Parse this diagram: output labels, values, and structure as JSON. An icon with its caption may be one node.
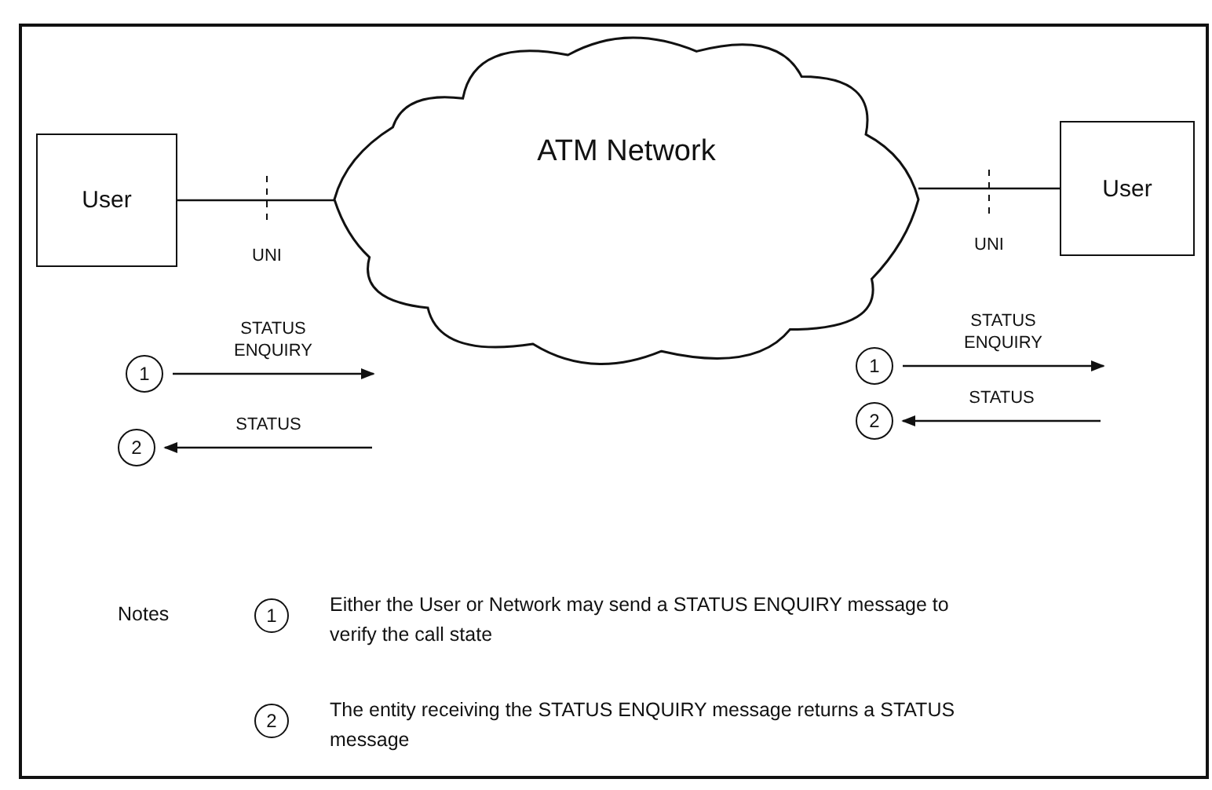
{
  "diagram": {
    "nodes": [
      {
        "text": [
          "User"
        ]
      },
      {
        "text": [
          "ATM Network"
        ]
      },
      {
        "text": [
          "User"
        ]
      },
      {
        "text": [
          "1"
        ]
      },
      {
        "text": [
          "1"
        ]
      },
      {
        "text": [
          "2"
        ]
      },
      {
        "text": [
          "2"
        ]
      },
      {
        "text": [
          "1"
        ],
        "beside": [
          "Either the User or Network may send a STATUS ENQUIRY message to verify the call state"
        ]
      },
      {
        "text": [
          "2"
        ],
        "beside": [
          "The entity receiving the STATUS ENQUIRY message returns a STATUS message"
        ]
      }
    ],
    "edges": [
      {
        "from": 0,
        "to": 1,
        "arrow": "none"
      },
      {
        "from": 1,
        "to": 2,
        "arrow": "none"
      },
      {
        "from": 3,
        "to": null,
        "arrow": "to",
        "label": "STATUS ENQUIRY"
      },
      {
        "from": 4,
        "to": null,
        "arrow": "to",
        "label": "STATUS ENQUIRY"
      },
      {
        "from": null,
        "to": 5,
        "arrow": "to",
        "label": "STATUS"
      },
      {
        "from": null,
        "to": 6,
        "arrow": "to",
        "label": "STATUS"
      }
    ],
    "labels": [
      "UNI",
      "UNI",
      "Notes"
    ]
  }
}
